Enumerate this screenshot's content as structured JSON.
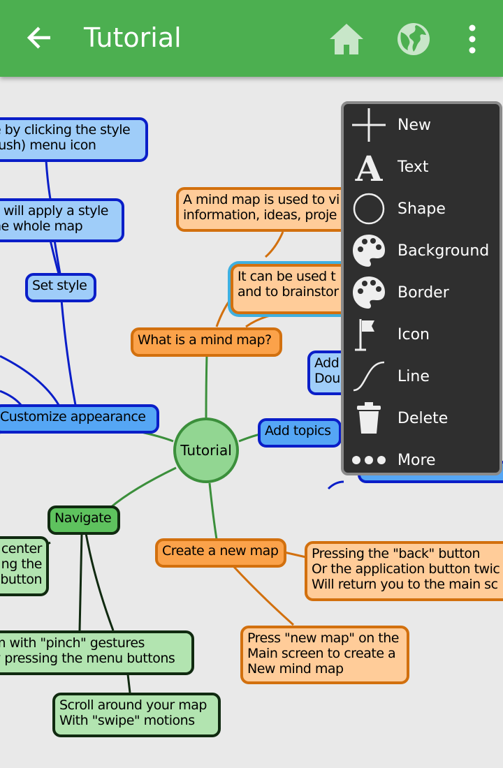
{
  "appbar": {
    "title": "Tutorial",
    "back_icon": "arrow-left-icon",
    "home_icon": "home-icon",
    "globe_icon": "globe-icon",
    "more_icon": "overflow-menu-icon"
  },
  "map": {
    "center": "Tutorial",
    "nodes": [
      "e by clicking the style\nrush) menu icon",
      "s will apply a style\nhe whole map",
      "Set style",
      "Customize appearance",
      "A mind map is used to vi\ninformation, ideas, proje",
      "It can be used t\nand to brainstor",
      "What is a mind map?",
      "Add\nDou",
      "Add topics",
      "Navigate",
      "center\nng the\nbutton",
      "m with \"pinch\" gestures\ny pressing the menu buttons",
      "Scroll around your map\nWith \"swipe\" motions",
      "Create a new map",
      "Pressing the \"back\" button\nOr the application button twic\nWill return you to the main sc",
      "Press \"new map\" on the\nMain screen to create a\nNew mind map"
    ]
  },
  "menu": {
    "items": [
      {
        "label": "New",
        "icon": "plus-icon"
      },
      {
        "label": "Text",
        "icon": "text-icon"
      },
      {
        "label": "Shape",
        "icon": "circle-icon"
      },
      {
        "label": "Background",
        "icon": "palette-icon"
      },
      {
        "label": "Border",
        "icon": "palette-icon"
      },
      {
        "label": "Icon",
        "icon": "flag-icon"
      },
      {
        "label": "Line",
        "icon": "curve-icon"
      },
      {
        "label": "Delete",
        "icon": "trash-icon"
      },
      {
        "label": "More",
        "icon": "dots-icon"
      }
    ]
  },
  "colors": {
    "appbar": "#4caf50",
    "blue": "#55a6f5",
    "orange": "#fba24a",
    "green": "#5ec25e"
  }
}
